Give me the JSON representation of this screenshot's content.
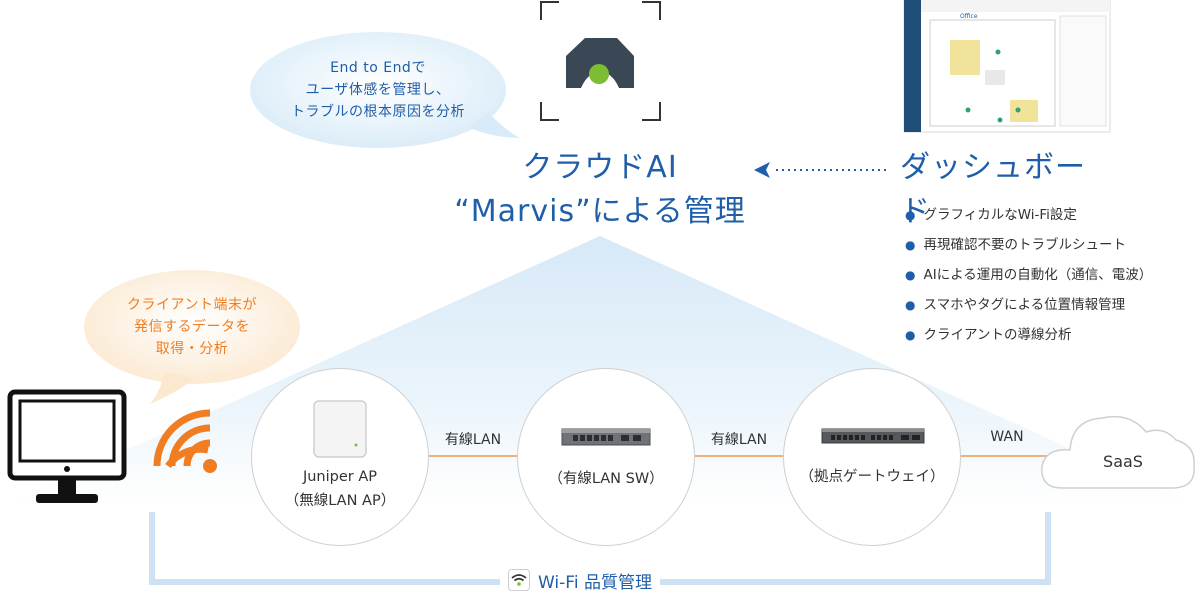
{
  "cloud_bubble": {
    "lines": [
      "End to Endで",
      "ユーザ体感を管理し、",
      "トラブルの根本原因を分析"
    ]
  },
  "marvis": {
    "title_line1": "クラウドAI",
    "title_line2": "“Marvis”による管理"
  },
  "dashboard": {
    "title": "ダッシュボード",
    "features": [
      "グラフィカルなWi-Fi設定",
      "再現確認不要のトラブルシュート",
      "AIによる運用の自動化（通信、電波）",
      "スマホやタグによる位置情報管理",
      "クライアントの導線分析"
    ],
    "screenshot_header": "Office"
  },
  "client_bubble": {
    "lines": [
      "クライアント端末が",
      "発信するデータを",
      "取得・分析"
    ]
  },
  "nodes": [
    {
      "line1": "Juniper AP",
      "line2": "（無線LAN AP）"
    },
    {
      "line1": "（有線LAN SW）",
      "line2": ""
    },
    {
      "line1": "（拠点ゲートウェイ）",
      "line2": ""
    }
  ],
  "links": [
    "有線LAN",
    "有線LAN",
    "WAN"
  ],
  "saas": "SaaS",
  "wifi_quality": "Wi-Fi 品質管理",
  "colors": {
    "accent_blue": "#1f5ea8",
    "orange": "#f07d22",
    "light_blue": "#c9e0f2",
    "wire": "#f0b27a"
  }
}
